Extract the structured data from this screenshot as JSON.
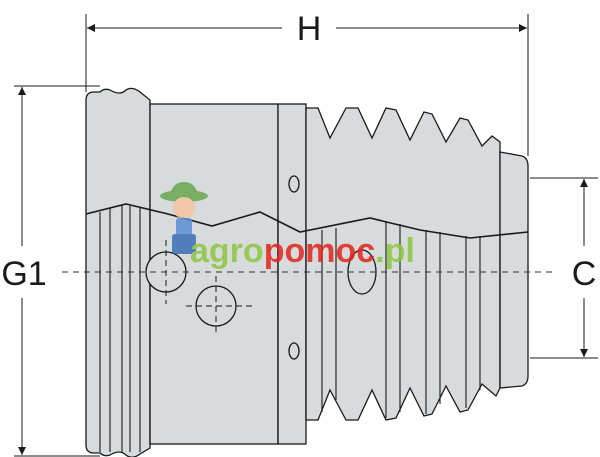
{
  "dimensions": {
    "h_label": "H",
    "g1_label": "G1",
    "c_label": "C"
  },
  "watermark": {
    "text_agro": "agro",
    "text_pomoc": "pomoc",
    "text_pl": ".pl",
    "colors": {
      "agro": "#8dc63f",
      "pomoc": "#e2231a",
      "pl": "#8dc63f"
    }
  },
  "colors": {
    "body_fill": "#d7dbdb",
    "body_fill_dark": "#c6cbcb",
    "outline": "#1a1a1a",
    "dimension_line": "#1a1a1a",
    "center_line": "#333333"
  }
}
